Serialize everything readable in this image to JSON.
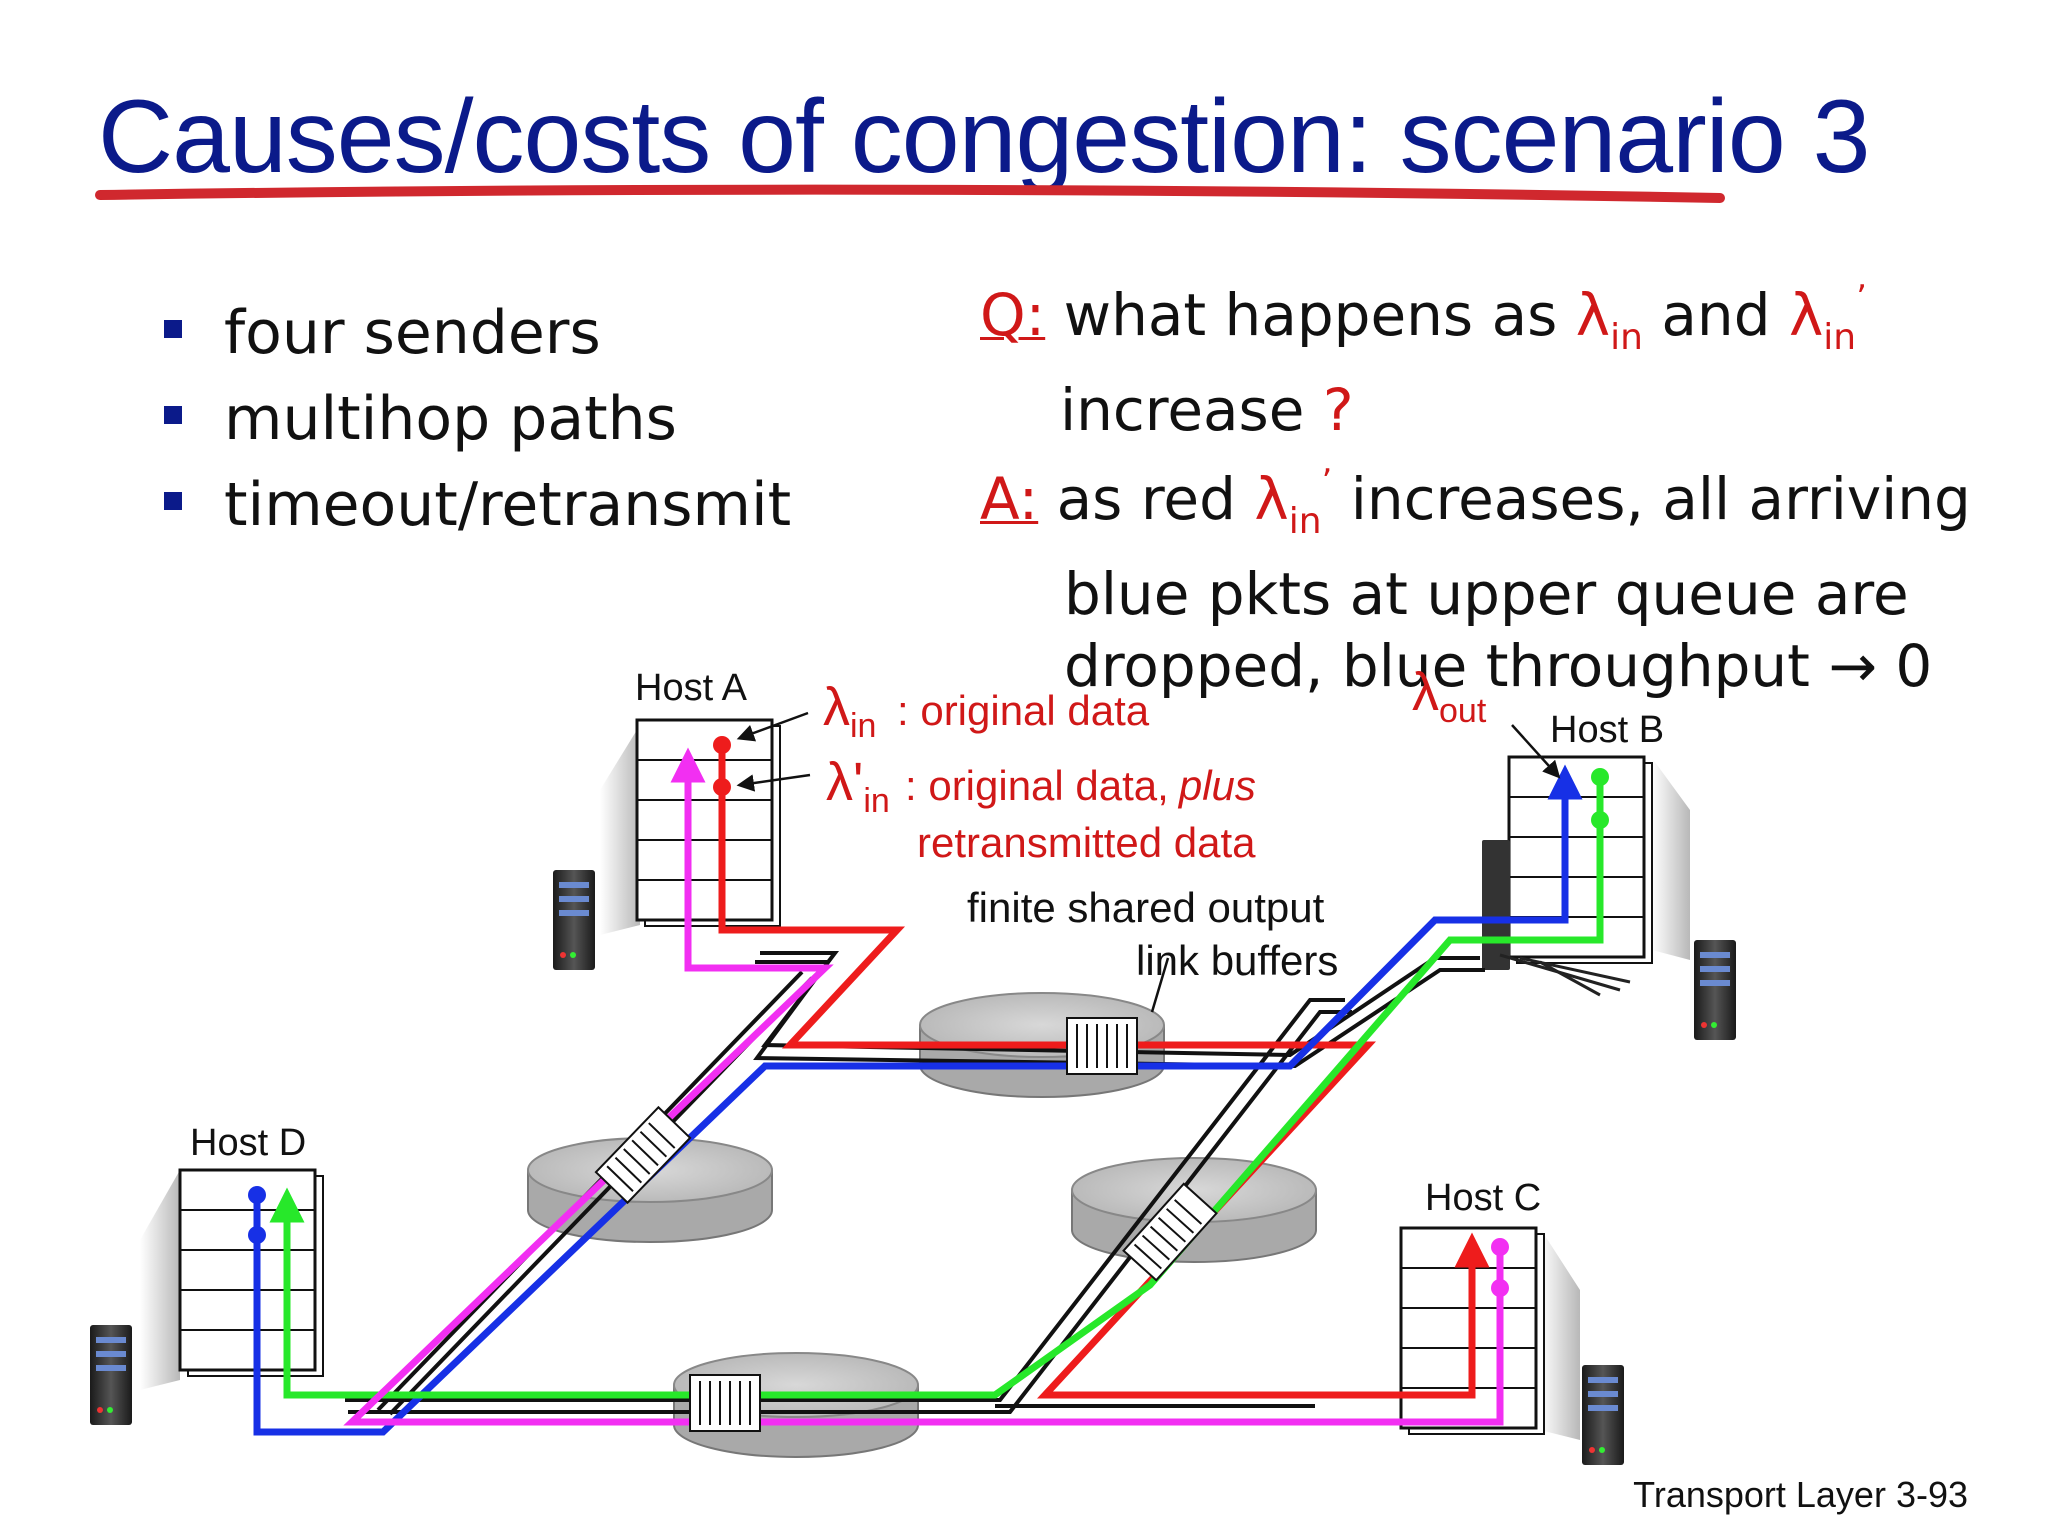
{
  "slide": {
    "title": "Causes/costs of congestion: scenario 3",
    "bullets": [
      "four senders",
      "multihop paths",
      "timeout/retransmit"
    ],
    "qa": {
      "q_tag": "Q:",
      "q_text_1": "what happens as",
      "lambda": "λ",
      "sub_in": "in",
      "prime": "’",
      "and": "and",
      "q_text_2": "increase",
      "q_mark": "?",
      "a_tag": "A:",
      "a_text_1": "as red",
      "a_text_2": "increases, all arriving",
      "a_text_3": "blue pkts at upper queue are",
      "a_text_4": "dropped, blue throughput",
      "arrow": "→",
      "zero": "0"
    },
    "footer": "Transport Layer 3-93"
  },
  "diagram": {
    "hosts": [
      "Host A",
      "Host B",
      "Host C",
      "Host D"
    ],
    "labels": {
      "lambda": "λ",
      "lambda_prime": "λ'",
      "sub_in": "in",
      "sub_out": "out",
      "lin_text": ": original data",
      "lprime_text": ": original data,",
      "plus": "plus",
      "retrans": "retransmitted data",
      "buffers_1": "finite shared output",
      "buffers_2": "link buffers"
    },
    "colors": {
      "red": "#ee1c1c",
      "blue": "#1730e6",
      "green": "#27e82a",
      "magenta": "#f22ff2",
      "title_blue": "#0b1a8a",
      "label_red": "#d01818"
    }
  }
}
